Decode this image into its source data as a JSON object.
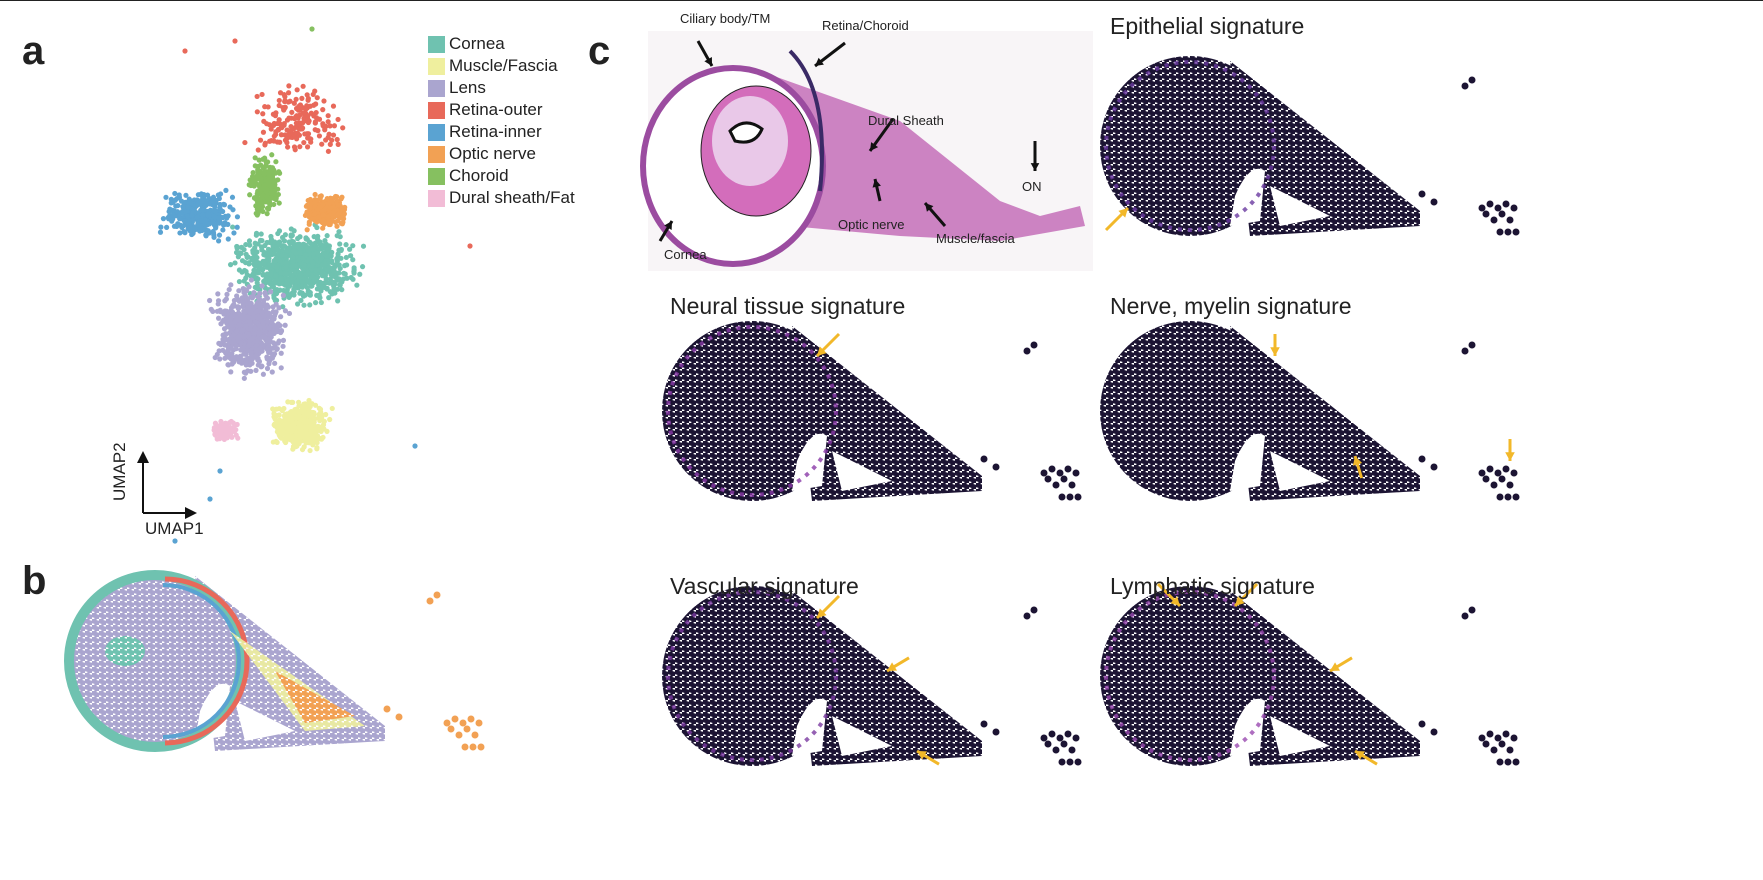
{
  "panels": {
    "a": "a",
    "b": "b",
    "c": "c"
  },
  "legend": [
    {
      "label": "Cornea",
      "color": "#6fc2b0"
    },
    {
      "label": "Muscle/Fascia",
      "color": "#efef9e"
    },
    {
      "label": "Lens",
      "color": "#aaa5cf"
    },
    {
      "label": "Retina-outer",
      "color": "#e8695a"
    },
    {
      "label": "Retina-inner",
      "color": "#5aa3d2"
    },
    {
      "label": "Optic nerve",
      "color": "#f2a154"
    },
    {
      "label": "Choroid",
      "color": "#86c060"
    },
    {
      "label": "Dural sheath/Fat",
      "color": "#f2bcd6"
    }
  ],
  "axes": {
    "x": "UMAP1",
    "y": "UMAP2"
  },
  "histology_labels": {
    "ciliary": "Ciliary body/TM",
    "retina": "Retina/Choroid",
    "dural": "Dural Sheath",
    "on": "ON",
    "optic": "Optic nerve",
    "muscle": "Muscle/fascia",
    "cornea": "Cornea"
  },
  "titles": {
    "epithelial": "Epithelial signature",
    "neural": "Neural tissue signature",
    "nerve": "Nerve, myelin signature",
    "vascular": "Vascular signature",
    "lymphatic": "Lymphatic signature"
  },
  "colors": {
    "spot_dark": "#1c1433",
    "signal": "#7a3fb0",
    "hot": "#f4c25a",
    "arrow": "#f2b82a"
  }
}
